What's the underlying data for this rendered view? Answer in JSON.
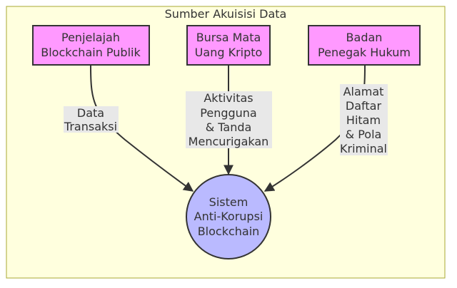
{
  "cluster": {
    "title": "Sumber Akuisisi Data",
    "fill": "#ffffde",
    "stroke": "#aaaa33"
  },
  "nodes": {
    "explorer": {
      "lines": [
        "Penjelajah",
        "Blockchain Publik"
      ]
    },
    "exchange": {
      "lines": [
        "Bursa Mata",
        "Uang Kripto"
      ]
    },
    "law": {
      "lines": [
        "Badan",
        "Penegak Hukum"
      ]
    },
    "system": {
      "lines": [
        "Sistem",
        "Anti-Korupsi",
        "Blockchain"
      ]
    }
  },
  "edges": {
    "explorer_system": {
      "lines": [
        "Data",
        "Transaksi"
      ]
    },
    "exchange_system": {
      "lines": [
        "Aktivitas",
        "Pengguna",
        "& Tanda",
        "Mencurigakan"
      ]
    },
    "law_system": {
      "lines": [
        "Alamat",
        "Daftar",
        "Hitam",
        "& Pola",
        "Kriminal"
      ]
    }
  },
  "colors": {
    "source_fill": "#ff99ff",
    "source_stroke": "#333333",
    "target_fill": "#babaff",
    "edge": "#333333",
    "label_bg": "#e8e8e8"
  }
}
